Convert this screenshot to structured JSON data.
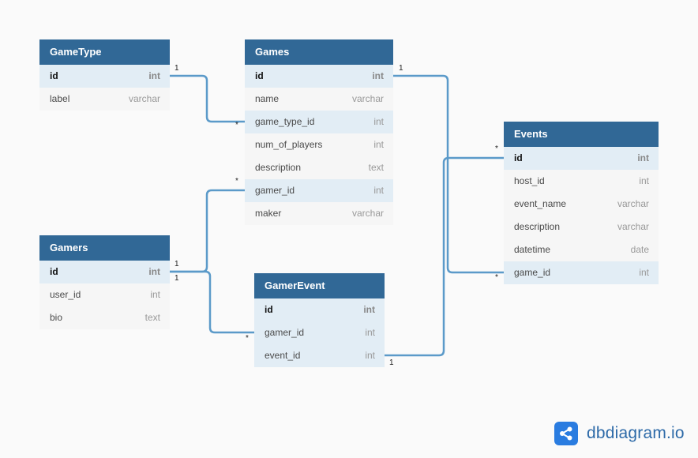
{
  "tables": [
    {
      "name": "GameType",
      "columns": [
        {
          "name": "id",
          "type": "int",
          "key": "pk"
        },
        {
          "name": "label",
          "type": "varchar"
        }
      ]
    },
    {
      "name": "Games",
      "columns": [
        {
          "name": "id",
          "type": "int",
          "key": "pk"
        },
        {
          "name": "name",
          "type": "varchar"
        },
        {
          "name": "game_type_id",
          "type": "int",
          "key": "fk"
        },
        {
          "name": "num_of_players",
          "type": "int"
        },
        {
          "name": "description",
          "type": "text"
        },
        {
          "name": "gamer_id",
          "type": "int",
          "key": "fk"
        },
        {
          "name": "maker",
          "type": "varchar"
        }
      ]
    },
    {
      "name": "Events",
      "columns": [
        {
          "name": "id",
          "type": "int",
          "key": "pk"
        },
        {
          "name": "host_id",
          "type": "int"
        },
        {
          "name": "event_name",
          "type": "varchar"
        },
        {
          "name": "description",
          "type": "varchar"
        },
        {
          "name": "datetime",
          "type": "date"
        },
        {
          "name": "game_id",
          "type": "int",
          "key": "fk"
        }
      ]
    },
    {
      "name": "Gamers",
      "columns": [
        {
          "name": "id",
          "type": "int",
          "key": "pk"
        },
        {
          "name": "user_id",
          "type": "int"
        },
        {
          "name": "bio",
          "type": "text"
        }
      ]
    },
    {
      "name": "GamerEvent",
      "columns": [
        {
          "name": "id",
          "type": "int",
          "key": "pk"
        },
        {
          "name": "gamer_id",
          "type": "int",
          "key": "fk"
        },
        {
          "name": "event_id",
          "type": "int",
          "key": "fk"
        }
      ]
    }
  ],
  "relationships": [
    {
      "one": "GameType.id",
      "many": "Games.game_type_id",
      "one_label": "1",
      "many_label": "*"
    },
    {
      "one": "Games.id",
      "many": "Events.game_id",
      "one_label": "1",
      "many_label": "*"
    },
    {
      "one": "Gamers.id",
      "many": "Games.gamer_id",
      "one_label": "1",
      "many_label": "*"
    },
    {
      "one": "Gamers.id",
      "many": "GamerEvent.gamer_id",
      "one_label": "1",
      "many_label": "*"
    },
    {
      "one": "GamerEvent.event_id",
      "many": "Events.id",
      "one_label": "1",
      "many_label": "*"
    }
  ],
  "brand": {
    "name": "dbdiagram.io",
    "icon": "share-nodes-icon",
    "color": "#2a7ce0"
  },
  "colors": {
    "header": "#316896",
    "line": "#5b9ac9",
    "key_row": "#e2edf5",
    "row": "#f6f6f6"
  }
}
